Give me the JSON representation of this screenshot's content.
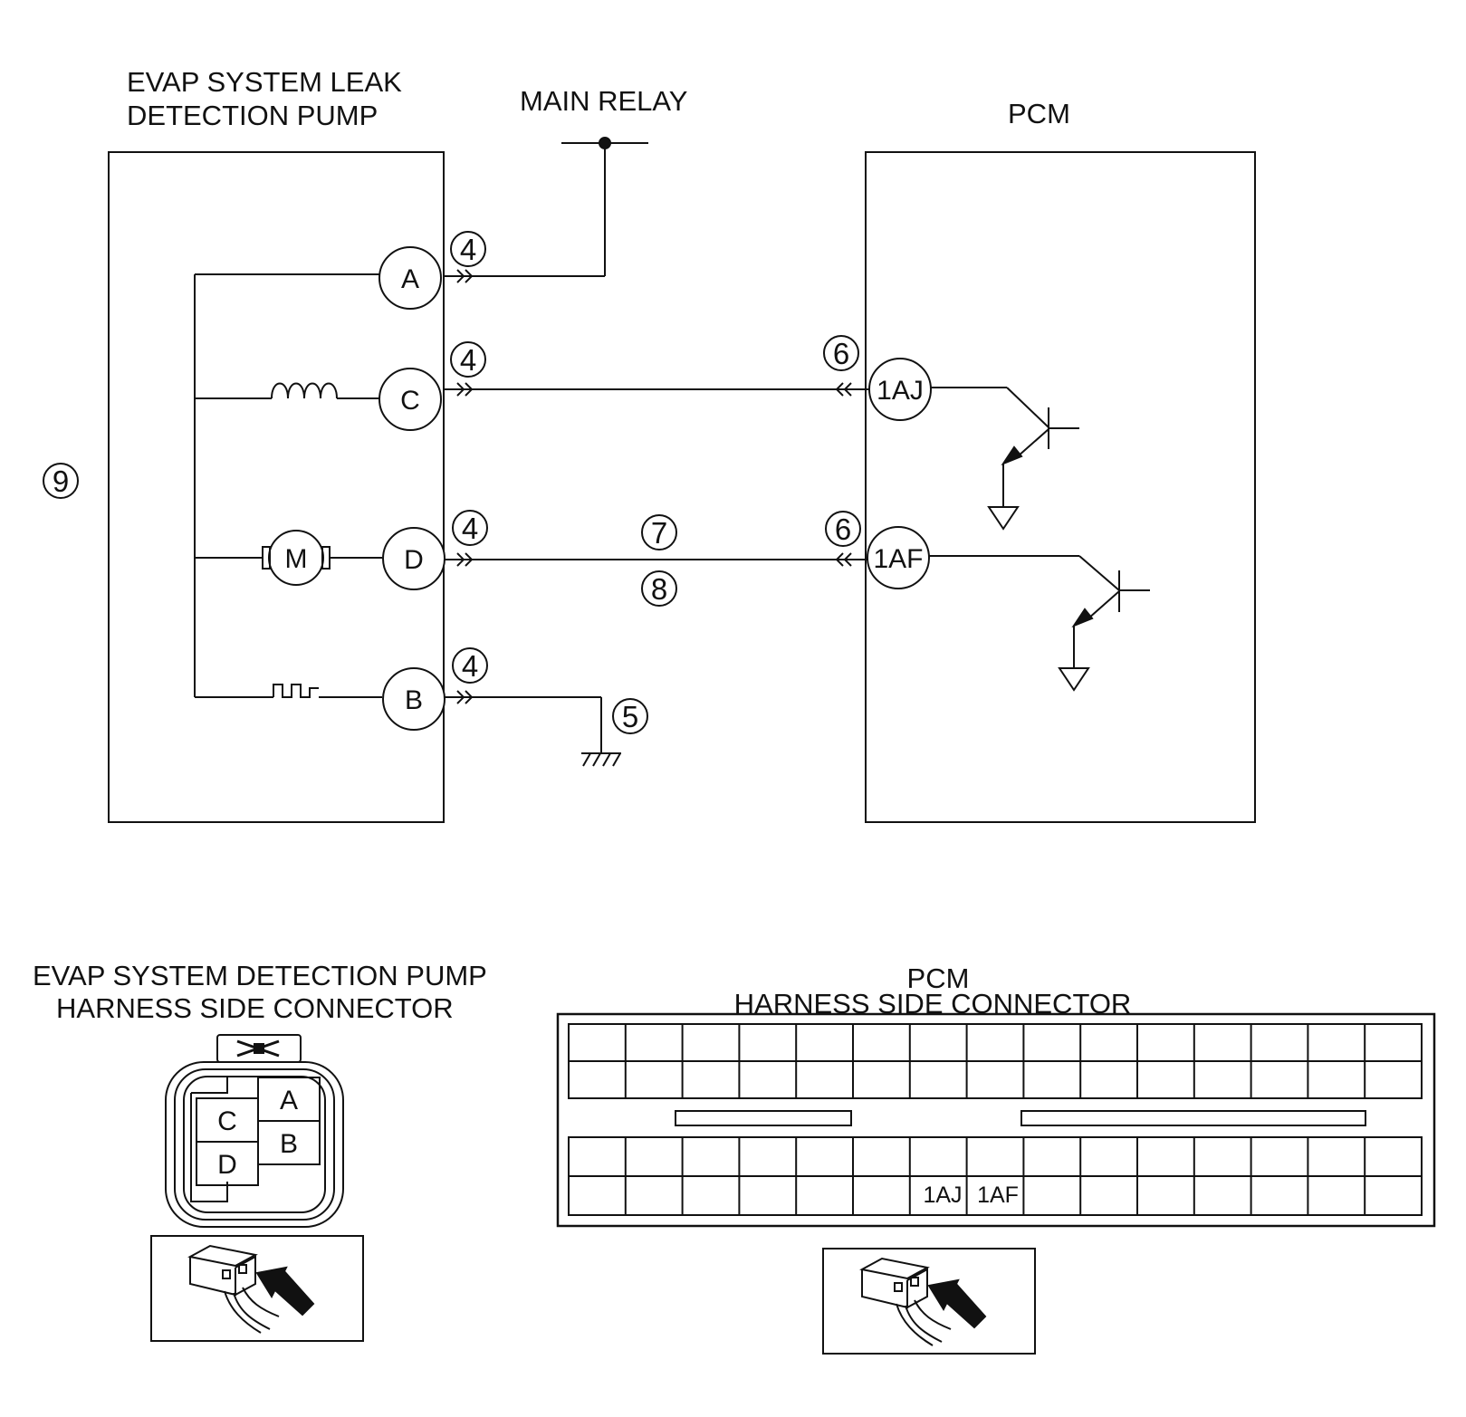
{
  "schematic": {
    "pump_title_line1": "EVAP SYSTEM LEAK",
    "pump_title_line2": "DETECTION PUMP",
    "main_relay_title": "MAIN RELAY",
    "pcm_title": "PCM",
    "pump_pins": {
      "a": "A",
      "c": "C",
      "d": "D",
      "b": "B"
    },
    "motor_label": "M",
    "pcm_pins": {
      "aj": "1AJ",
      "af": "1AF"
    },
    "callouts": {
      "four_a": "4",
      "four_c": "4",
      "four_d": "4",
      "four_b": "4",
      "five": "5",
      "six_aj": "6",
      "six_af": "6",
      "seven": "7",
      "eight": "8",
      "nine": "9"
    }
  },
  "connectors": {
    "pump_title_line1": "EVAP SYSTEM DETECTION PUMP",
    "pump_title_line2": "HARNESS SIDE CONNECTOR",
    "pump_cavities": {
      "a": "A",
      "b": "B",
      "c": "C",
      "d": "D"
    },
    "pcm_title_line1": "PCM",
    "pcm_title_line2": "HARNESS SIDE CONNECTOR",
    "pcm_cells": {
      "aj": "1AJ",
      "af": "1AF"
    }
  },
  "colors": {
    "line": "#111111",
    "background": "#ffffff"
  }
}
